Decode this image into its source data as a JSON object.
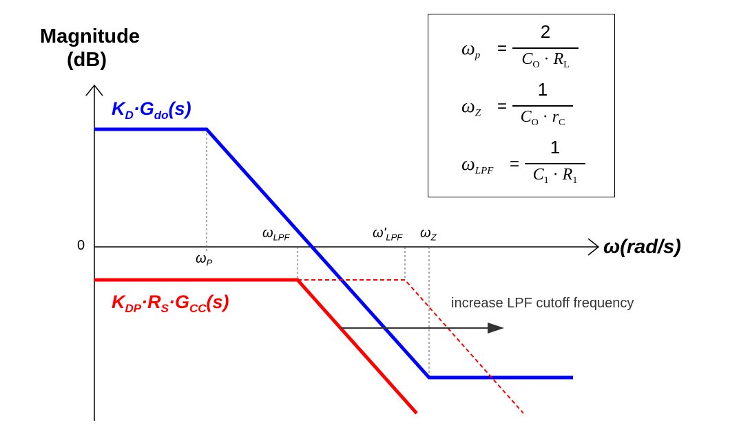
{
  "y_axis": {
    "label_line1": "Magnitude",
    "label_line2": "(dB)",
    "zero_label": "0"
  },
  "x_axis": {
    "label": "ω(rad/s)"
  },
  "curves": {
    "blue": {
      "label_main": "K",
      "label_sub1": "D",
      "label_mid": "·G",
      "label_sub2": "do",
      "label_end": "(s)",
      "color": "#0000ff"
    },
    "red": {
      "label_main": "K",
      "label_sub1": "DP",
      "label_mid": "·R",
      "label_sub2": "S",
      "label_mid2": "·G",
      "label_sub3": "CC",
      "label_end": "(s)",
      "color": "#ff0000"
    }
  },
  "ticks": {
    "omega_p": {
      "sym": "ω",
      "sub": "P"
    },
    "omega_lpf": {
      "sym": "ω",
      "sub": "LPF"
    },
    "omega_lpf_prime": {
      "sym": "ω'",
      "sub": "LPF"
    },
    "omega_z": {
      "sym": "ω",
      "sub": "Z"
    }
  },
  "annotation": {
    "text": "increase LPF cutoff frequency"
  },
  "formulas": [
    {
      "sym": "ω",
      "sub": "p",
      "numerator": "2",
      "den_a": "C",
      "den_a_sub": "O",
      "den_op": "·",
      "den_b": "R",
      "den_b_sub": "L"
    },
    {
      "sym": "ω",
      "sub": "Z",
      "numerator": "1",
      "den_a": "C",
      "den_a_sub": "O",
      "den_op": "·",
      "den_b": "r",
      "den_b_sub": "C"
    },
    {
      "sym": "ω",
      "sub": "LPF",
      "numerator": "1",
      "den_a": "C",
      "den_a_sub": "1",
      "den_op": "·",
      "den_b": "R",
      "den_b_sub": "1"
    }
  ],
  "formula_equals": "="
}
